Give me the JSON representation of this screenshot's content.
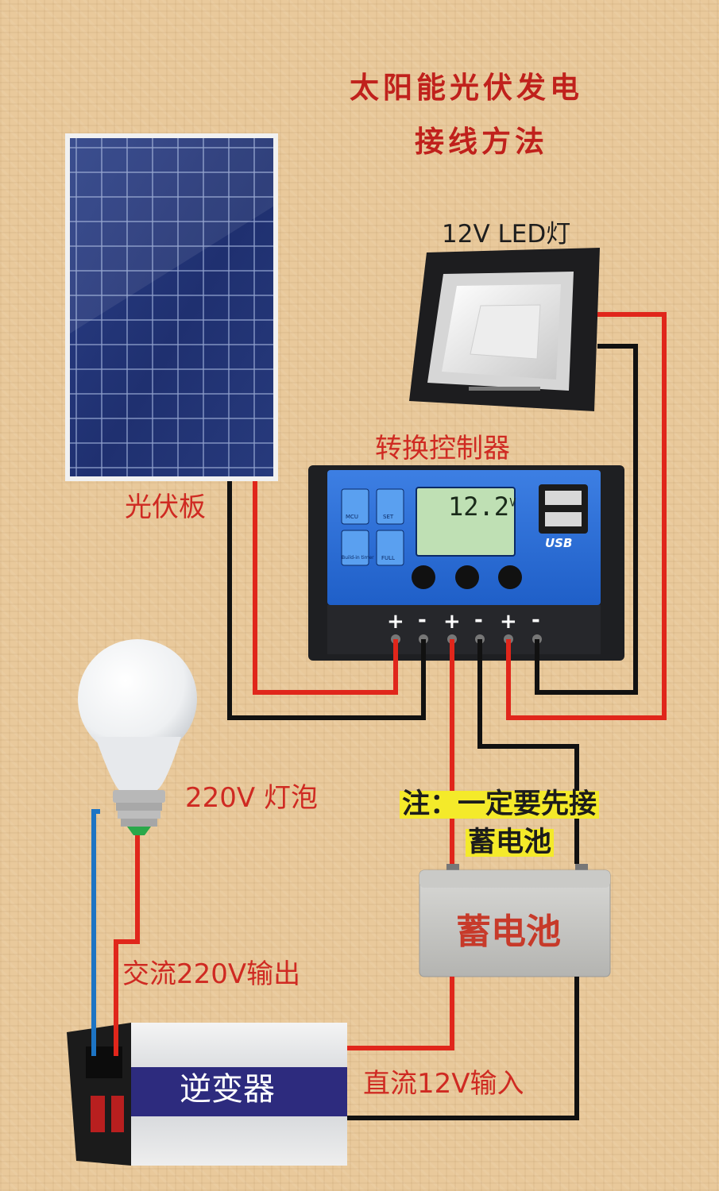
{
  "title": {
    "line1": "太阳能光伏发电",
    "line2": "接线方法"
  },
  "labels": {
    "led_light": "12V  LED灯",
    "controller": "转换控制器",
    "solar_panel": "光伏板",
    "bulb": "220V 灯泡",
    "ac_output": "交流220V输出",
    "dc_input": "直流12V输入"
  },
  "note": {
    "line1": "注：一定要先接",
    "line2": "蓄电池"
  },
  "battery": {
    "label": "蓄电池"
  },
  "inverter": {
    "label": "逆变器"
  },
  "controller_display": {
    "voltage": "12.2",
    "unit": "V",
    "usb": "USB",
    "btn_mcu": "MCU",
    "btn_set": "SET",
    "btn_timer": "Build-in timer",
    "btn_full": "FULL",
    "terminals": [
      "+",
      "-",
      "+",
      "-",
      "+",
      "-"
    ]
  },
  "colors": {
    "positive_wire": "#e0261b",
    "negative_wire": "#111111",
    "ac_neutral_wire": "#1d74c4",
    "title": "#c0211c"
  }
}
